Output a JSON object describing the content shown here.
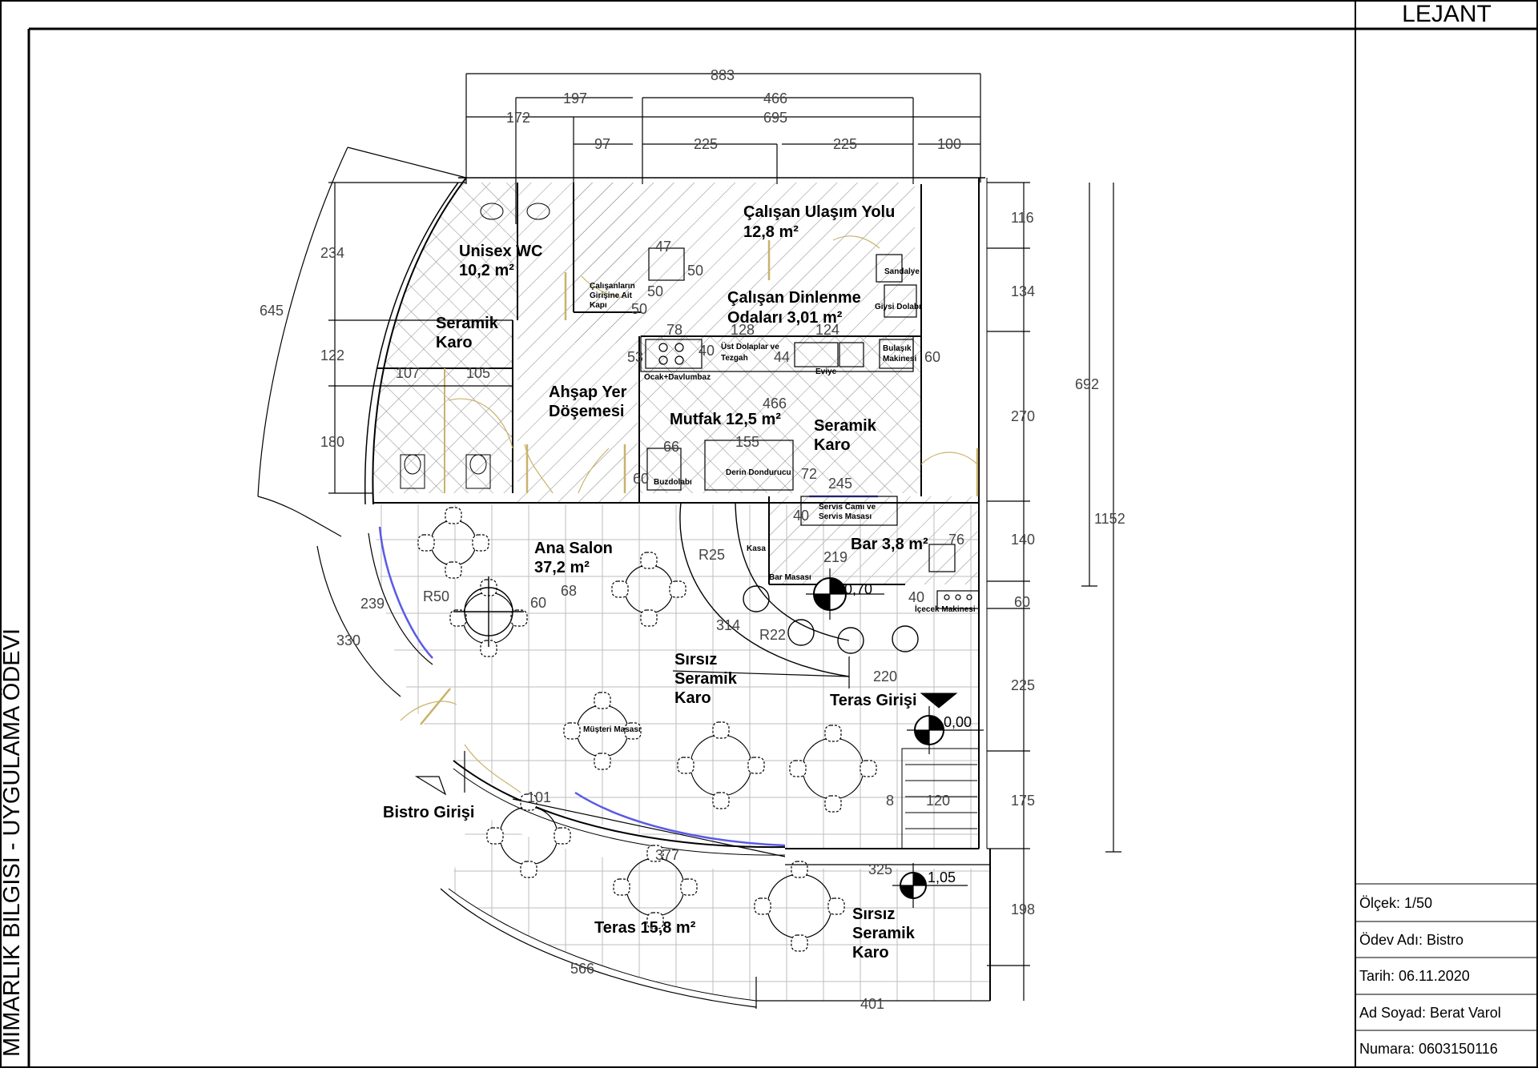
{
  "sheet": {
    "side_title": "MİMARLIK BİLGİSİ - UYGULAMA ÖDEVİ",
    "legend_title": "LEJANT"
  },
  "info": {
    "scale": "Ölçek: 1/50",
    "assignment": "Ödev Adı: Bistro",
    "date": "Tarih: 06.11.2020",
    "name": "Ad Soyad: Berat Varol",
    "number": "Numara: 0603150116"
  },
  "rooms": {
    "wc": [
      "Unisex WC",
      "10,2 m²"
    ],
    "seramik_wc": [
      "Seramik",
      "Karo"
    ],
    "corridor": [
      "Çalışan Ulaşım Yolu",
      "12,8 m²"
    ],
    "rest": [
      "Çalışan Dinlenme",
      "Odaları 3,01 m²"
    ],
    "wood": [
      "Ahşap Yer",
      "Döşemesi"
    ],
    "kitchen": "Mutfak 12,5 m²",
    "seramik_kitchen": [
      "Seramik",
      "Karo"
    ],
    "salon": [
      "Ana Salon",
      "37,2 m²"
    ],
    "bar": "Bar 3,8 m²",
    "sirsiz_1": [
      "Sırsız",
      "Seramik",
      "Karo"
    ],
    "sirsiz_2": [
      "Sırsız",
      "Seramik",
      "Karo"
    ],
    "terrace": "Teras 15,8 m²",
    "terrace_entry": "Teras Girişi",
    "bistro_entry": "Bistro Girişi"
  },
  "furniture": {
    "employee_door": [
      "Çalışanların",
      "Girişine Ait",
      "Kapı"
    ],
    "chair": "Sandalye",
    "wardrobe": "Giysi Dolabı",
    "upper_cabinets": [
      "Üst Dolaplar ve",
      "Tezgah"
    ],
    "dishwasher": [
      "Bulaşık",
      "Makinesi"
    ],
    "stove": "Ocak+Davlumbaz",
    "sink": "Eviye",
    "fridge": "Buzdolabı",
    "freezer": "Derin Dondurucu",
    "service_window": [
      "Servis Camı ve",
      "Servis Masası"
    ],
    "cashier": "Kasa",
    "bar_table": "Bar Masası",
    "drink_machine": "İçecek Makinesi",
    "customer_table": "Müşteri Masası"
  },
  "levels": {
    "bar_level": "0,70",
    "entry_level": "0,00",
    "terrace_level": "1,05"
  },
  "dims": {
    "d883": "883",
    "d197": "197",
    "d466a": "466",
    "d695": "695",
    "d172": "172",
    "d97": "97",
    "d225a": "225",
    "d225b": "225",
    "d100": "100",
    "d234": "234",
    "d122": "122",
    "d180": "180",
    "d645": "645",
    "d107": "107",
    "d105": "105",
    "d47": "47",
    "d50a": "50",
    "d50b": "50",
    "d50c": "50",
    "d78": "78",
    "d128": "128",
    "d124": "124",
    "d53": "53",
    "d40a": "40",
    "d44": "44",
    "d60a": "60",
    "d466b": "466",
    "d66": "66",
    "d155": "155",
    "d60b": "60",
    "d72": "72",
    "d245": "245",
    "d40b": "40",
    "d219": "219",
    "d76": "76",
    "d40c": "40",
    "d116": "116",
    "d134": "134",
    "d270": "270",
    "d140": "140",
    "d60c": "60",
    "d225c": "225",
    "d175": "175",
    "d198": "198",
    "d692": "692",
    "d1152": "1152",
    "d239": "239",
    "d330": "330",
    "dR50": "R50",
    "d60d": "60",
    "d68": "68",
    "dR25": "R25",
    "d314": "314",
    "dR22": "R22",
    "d220": "220",
    "d8": "8",
    "d120": "120",
    "d101": "101",
    "d377": "377",
    "d325": "325",
    "d566": "566",
    "d401": "401"
  },
  "colors": {
    "line": "#000000",
    "hatch": "#8a8a8a",
    "door": "#c9b26a",
    "glass": "#5a5ae6"
  }
}
